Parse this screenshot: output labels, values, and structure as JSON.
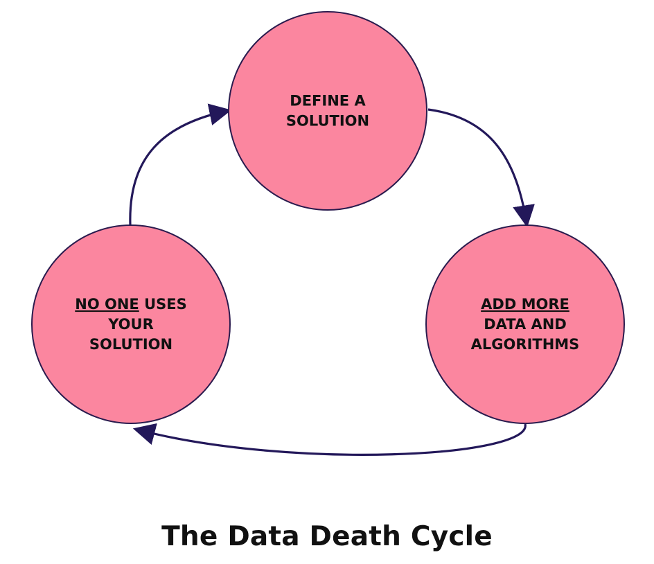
{
  "title": "The Data Death Cycle",
  "colors": {
    "node_fill": "#fb869f",
    "node_stroke": "#2a1b4e",
    "arrow": "#23185a",
    "text": "#111111"
  },
  "nodes": [
    {
      "id": "define",
      "lines": [
        [
          {
            "text": "DEFINE A",
            "underline": false
          }
        ],
        [
          {
            "text": "SOLUTION",
            "underline": false
          }
        ]
      ]
    },
    {
      "id": "add-more",
      "lines": [
        [
          {
            "text": "ADD MORE",
            "underline": true
          }
        ],
        [
          {
            "text": "DATA AND",
            "underline": false
          }
        ],
        [
          {
            "text": "ALGORITHMS",
            "underline": false
          }
        ]
      ]
    },
    {
      "id": "no-one",
      "lines": [
        [
          {
            "text": "NO ONE",
            "underline": true
          },
          {
            "text": " USES",
            "underline": false
          }
        ],
        [
          {
            "text": "YOUR",
            "underline": false
          }
        ],
        [
          {
            "text": "SOLUTION",
            "underline": false
          }
        ]
      ]
    }
  ],
  "edges": [
    {
      "from": "define",
      "to": "add-more"
    },
    {
      "from": "add-more",
      "to": "no-one"
    },
    {
      "from": "no-one",
      "to": "define"
    }
  ]
}
